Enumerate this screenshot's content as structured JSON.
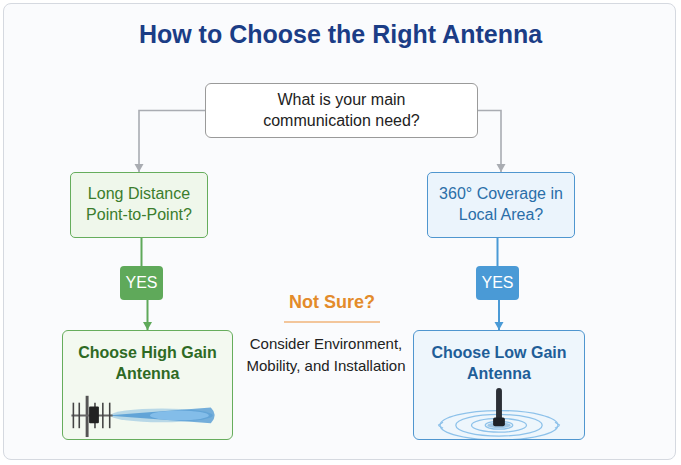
{
  "diagram": {
    "title": "How to Choose the Right Antenna",
    "nodes": [
      {
        "text": [
          "What is your main communication need?"
        ]
      },
      {
        "text": [
          "Long Distance Point-to-Point?"
        ]
      },
      {
        "text": [
          "360° Coverage in Local Area?"
        ]
      },
      {
        "text": [
          "YES"
        ]
      },
      {
        "text": [
          "YES"
        ]
      },
      {
        "text": [
          "Choose High Gain Antenna"
        ]
      },
      {
        "text": [
          "Choose Low Gain Antenna"
        ]
      }
    ],
    "edges": [
      {
        "from": 0,
        "to": 1,
        "arrow": "to"
      },
      {
        "from": 0,
        "to": 2,
        "arrow": "to"
      },
      {
        "from": 1,
        "to": 3,
        "arrow": "none"
      },
      {
        "from": 3,
        "to": 5,
        "arrow": "to"
      },
      {
        "from": 2,
        "to": 4,
        "arrow": "none"
      },
      {
        "from": 4,
        "to": 6,
        "arrow": "to"
      }
    ],
    "labels": [
      "Not Sure?",
      "Consider Environment, Mobility, and Installation"
    ]
  }
}
